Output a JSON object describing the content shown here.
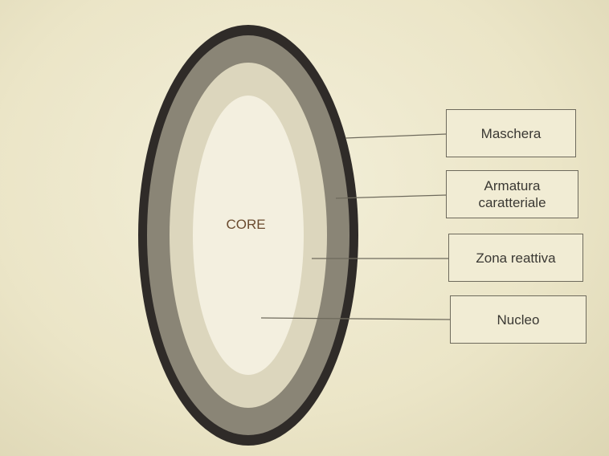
{
  "diagram": {
    "core_label": "CORE",
    "layers": [
      {
        "id": "maschera",
        "label": "Maschera"
      },
      {
        "id": "armatura",
        "label": "Armatura caratteriale"
      },
      {
        "id": "zona",
        "label": "Zona reattiva"
      },
      {
        "id": "nucleo",
        "label": "Nucleo"
      }
    ],
    "colors": {
      "outer_ring": "#2f2b28",
      "armor_ring": "#8a8576",
      "reactive_ring": "#dcd6bd",
      "core": "#f3efdf",
      "background": "#ebe5c7"
    }
  }
}
